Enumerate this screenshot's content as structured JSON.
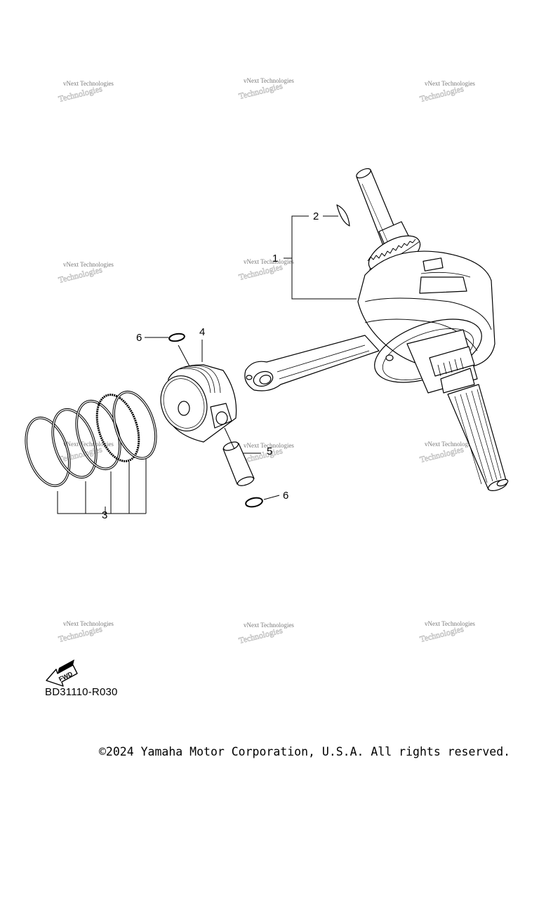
{
  "diagram": {
    "code": "BD31110-R030",
    "fwd_label": "FWD",
    "callouts": {
      "c1": "1",
      "c2": "2",
      "c3": "3",
      "c4": "4",
      "c5": "5",
      "c6_top": "6",
      "c6_bottom": "6"
    }
  },
  "watermark": {
    "line1": "vNext Technologies",
    "line2": "Technologies"
  },
  "footer": {
    "copyright": "©2024 Yamaha Motor Corporation, U.S.A. All rights reserved."
  }
}
